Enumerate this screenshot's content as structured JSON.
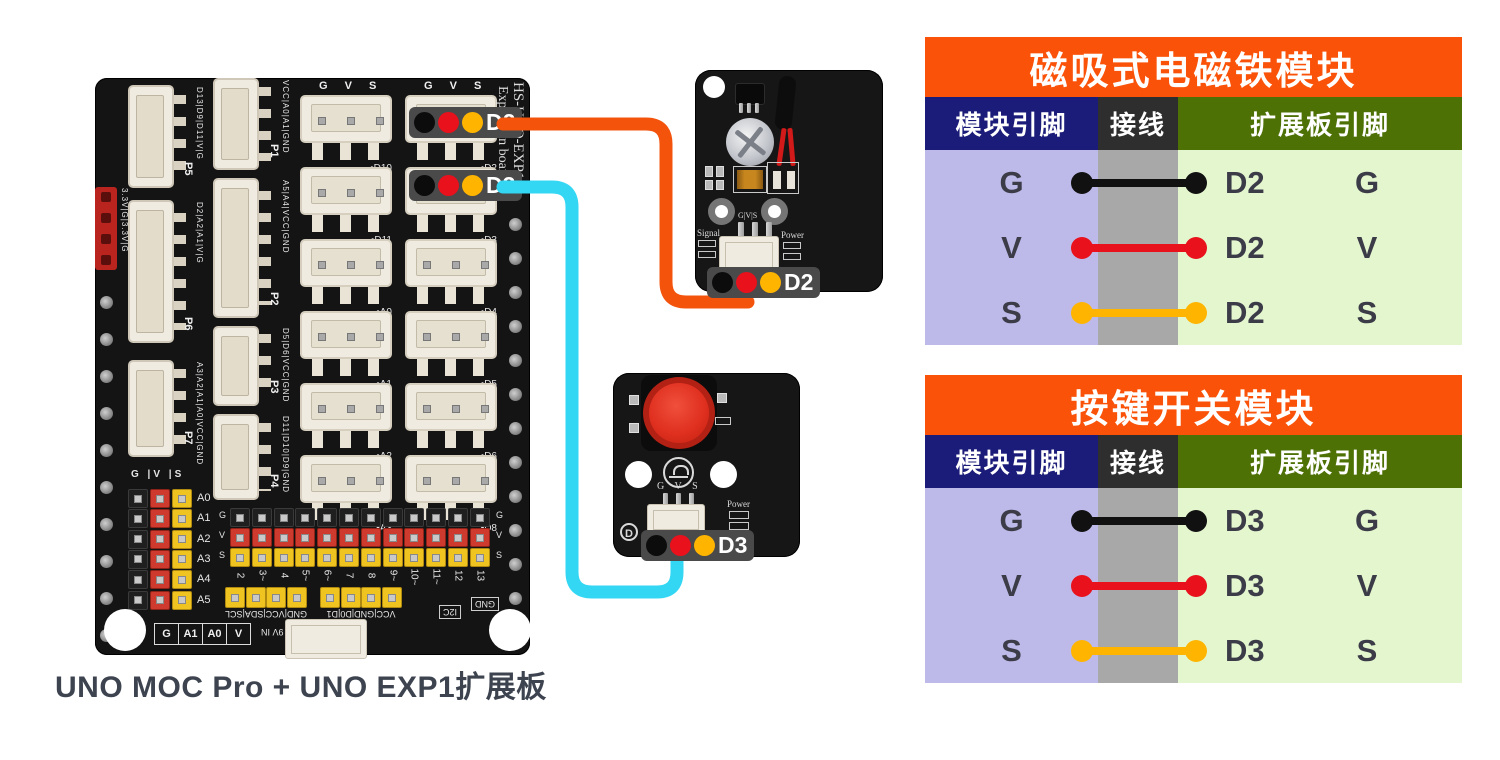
{
  "caption": "UNO MOC Pro + UNO EXP1扩展板",
  "colors": {
    "orange_header": "#fa5208",
    "navy_header": "#1b1b79",
    "dark_header": "#2e2e2e",
    "olive_header": "#4e7106",
    "lavender_col": "#bdbae9",
    "gray_col": "#a8a8a8",
    "green_col": "#e3f6cd",
    "wire_black": "#111111",
    "wire_red": "#e8111c",
    "wire_yellow": "#ffb400",
    "cable_orange": "#f4530c",
    "cable_cyan": "#33d7f4"
  },
  "board": {
    "gvs_header": "G V S",
    "side_text_1": "HS-UNO-EXP1",
    "side_text_2": "Expansion board",
    "power_header_label": "3.3V|G|3.3V|G",
    "left_ports": [
      {
        "id": "P5",
        "pins": "D13|D9|D11|V|G"
      },
      {
        "id": "P6",
        "pins": "D2|A2|A1|V|G"
      },
      {
        "id": "P7",
        "pins": "A3|A2|A1|A0|VCC|GND"
      },
      {
        "id": "P1",
        "pins": "VCC|A0|A1|GND"
      },
      {
        "id": "P2",
        "pins": "A5|A4|VCC|GND"
      },
      {
        "id": "P3",
        "pins": "D5|D6|VCC|GND"
      },
      {
        "id": "P4",
        "pins": "D11|D10|D9|GND"
      }
    ],
    "grid_labels": [
      [
        "D10",
        "D2"
      ],
      [
        "D11",
        "D3"
      ],
      [
        "A0",
        "D4"
      ],
      [
        "A1",
        "D5"
      ],
      [
        "A2",
        "D6"
      ],
      [
        "A3",
        "D8"
      ]
    ],
    "analog_labels": [
      "A0",
      "A1",
      "A2",
      "A3",
      "A4",
      "A5"
    ],
    "gvs_block_header": "G |V |S",
    "gvs_strip": [
      "G",
      "V",
      "S"
    ],
    "digital_pins": [
      "2",
      "3~",
      "4",
      "5~",
      "6~",
      "7",
      "8",
      "9~",
      "10~",
      "11~",
      "12",
      "13"
    ],
    "i2c_label": "GND|VCC|SDA|SCL",
    "serial_label": "VCC|GND|D0|D1",
    "corner_cells": [
      "G",
      "A1",
      "A0",
      "V"
    ],
    "power_in_label": "9V IN",
    "tag_i2c": "I2C",
    "tag_gnd": "GND",
    "badge_d2": "D2",
    "badge_d3": "D3"
  },
  "modules": {
    "electromagnet": {
      "pin_label": "G|V|S",
      "signal_label": "Signal",
      "power_label": "Power",
      "badge": "D2"
    },
    "button": {
      "pin_label": "G V S",
      "power_label": "Power",
      "logo": "D",
      "badge": "D3"
    }
  },
  "tables": [
    {
      "title": "磁吸式电磁铁模块",
      "headers": [
        "模块引脚",
        "接线",
        "扩展板引脚"
      ],
      "rows": [
        {
          "module_pin": "G",
          "wire": "black",
          "board_pin": "D2",
          "board_pin_name": "G"
        },
        {
          "module_pin": "V",
          "wire": "red",
          "board_pin": "D2",
          "board_pin_name": "V"
        },
        {
          "module_pin": "S",
          "wire": "yellow",
          "board_pin": "D2",
          "board_pin_name": "S"
        }
      ]
    },
    {
      "title": "按键开关模块",
      "headers": [
        "模块引脚",
        "接线",
        "扩展板引脚"
      ],
      "rows": [
        {
          "module_pin": "G",
          "wire": "black",
          "board_pin": "D3",
          "board_pin_name": "G"
        },
        {
          "module_pin": "V",
          "wire": "red",
          "board_pin": "D3",
          "board_pin_name": "V"
        },
        {
          "module_pin": "S",
          "wire": "yellow",
          "board_pin": "D3",
          "board_pin_name": "S"
        }
      ]
    }
  ]
}
